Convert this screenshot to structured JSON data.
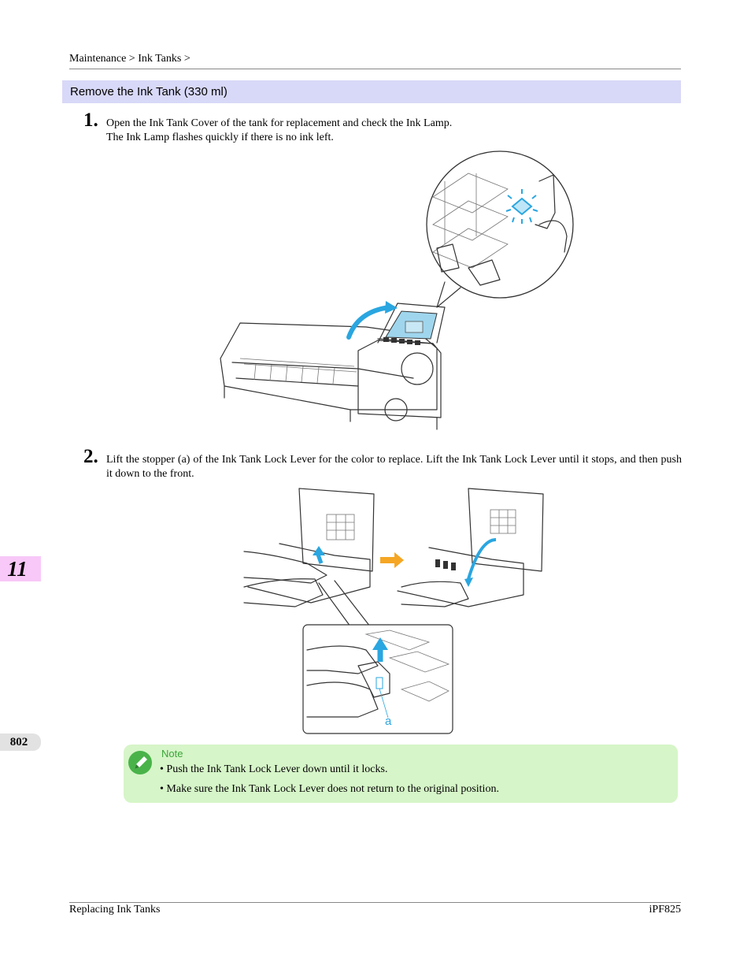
{
  "header": {
    "breadcrumb": "Maintenance > Ink Tanks >"
  },
  "section": {
    "title": "Remove the Ink Tank (330 ml)"
  },
  "steps": [
    {
      "number": "1.",
      "lines": [
        "Open the Ink Tank Cover of the tank for replacement and check the Ink Lamp.",
        "The Ink Lamp flashes quickly if there is no ink left."
      ]
    },
    {
      "number": "2.",
      "text": "Lift the stopper (a) of the Ink Tank Lock Lever for the color to replace. Lift the Ink Tank Lock Lever until it stops, and then push it down to the front."
    }
  ],
  "figure2": {
    "callout_label": "a"
  },
  "side_tab": {
    "chapter": "11",
    "page": "802"
  },
  "note": {
    "label": "Note",
    "items": [
      "Push the Ink Tank Lock Lever down until it locks.",
      "Make sure the Ink Tank Lock Lever does not return to the original position."
    ]
  },
  "footer": {
    "left": "Replacing Ink Tanks",
    "right": "iPF825"
  },
  "colors": {
    "section_bar": "#d8d8f8",
    "chapter_tab": "#f8c8f8",
    "note_box": "#d6f5c8",
    "note_label": "#3aa43a",
    "arrow_blue": "#2aa6e0",
    "arrow_orange": "#f5a623"
  }
}
